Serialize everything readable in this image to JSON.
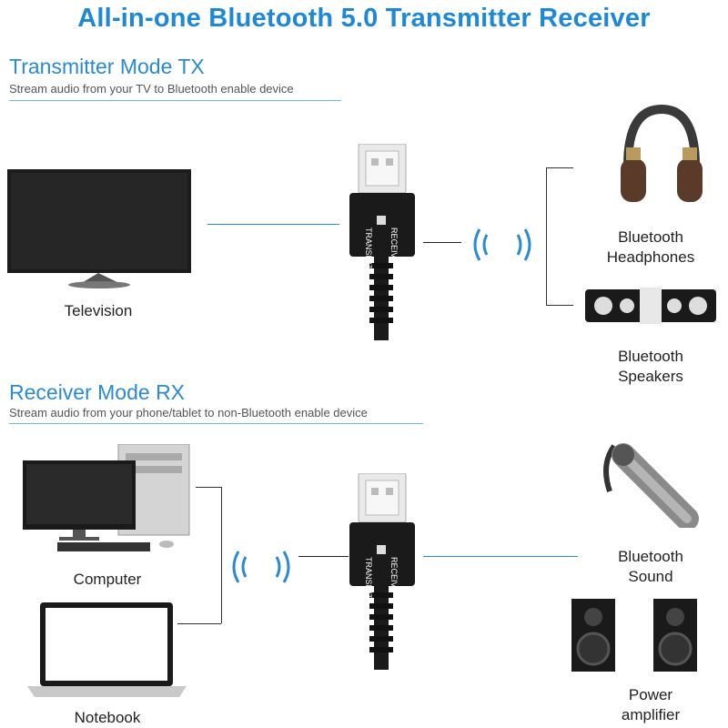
{
  "title": "All-in-one Bluetooth 5.0 Transmitter Receiver",
  "tx": {
    "heading": "Transmitter Mode TX",
    "subheading": "Stream audio from your TV to Bluetooth enable device",
    "source_label": "Television",
    "target1_line1": "Bluetooth",
    "target1_line2": "Headphones",
    "target2_line1": "Bluetooth",
    "target2_line2": "Speakers"
  },
  "rx": {
    "heading": "Receiver Mode RX",
    "subheading": "Stream audio from your phone/tablet to non-Bluetooth enable device",
    "source1_label": "Computer",
    "source2_label": "Notebook",
    "target1_line1": "Bluetooth",
    "target1_line2": "Sound",
    "target2_line1": "Power",
    "target2_line2": "amplifier"
  },
  "dongle": {
    "receive_label": "RECEIVE",
    "transmit_label": "TRANSMIT"
  },
  "colors": {
    "accent": "#1e88d6",
    "wave": "#2a8ad4",
    "device": "#1a1a1a"
  }
}
